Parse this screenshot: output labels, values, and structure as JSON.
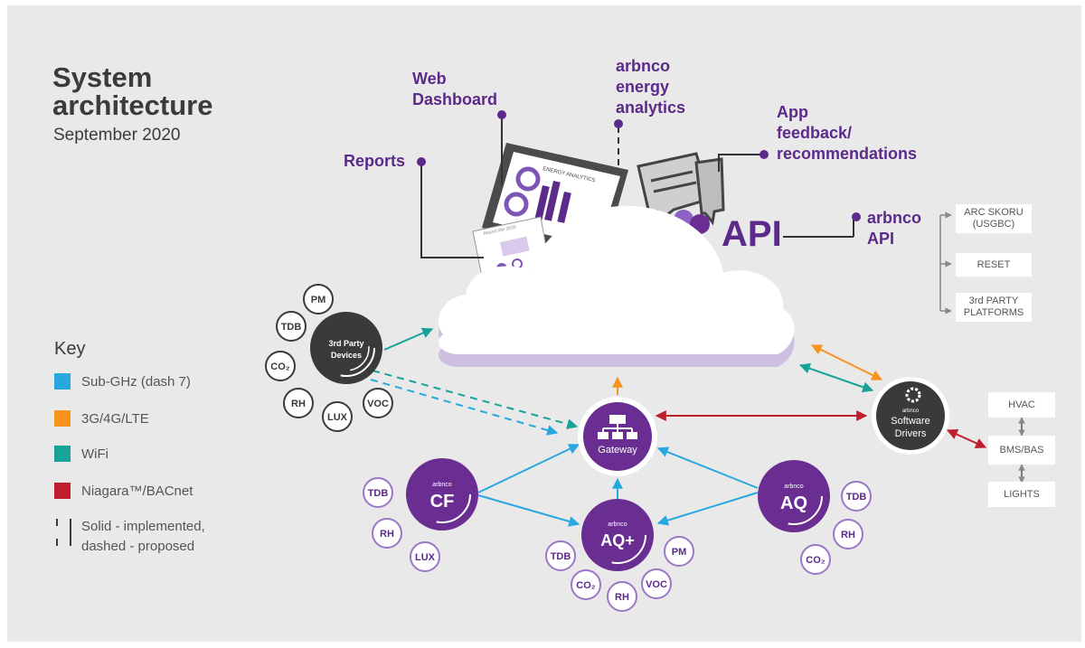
{
  "header": {
    "title_line1": "System",
    "title_line2": "architecture",
    "subtitle": "September 2020"
  },
  "labels": {
    "web_dashboard_1": "Web",
    "web_dashboard_2": "Dashboard",
    "analytics_1": "arbnco",
    "analytics_2": "energy",
    "analytics_3": "analytics",
    "app_1": "App",
    "app_2": "feedback/",
    "app_3": "recommendations",
    "reports": "Reports",
    "api_big": "API",
    "api_1": "arbnco",
    "api_2": "API",
    "energy_analytics_screen": "ENERGY ANALYTICS",
    "report_sheet": "Report title 2020"
  },
  "api_targets": [
    {
      "line1": "ARC SKORU",
      "line2": "(USGBC)"
    },
    {
      "line1": "RESET",
      "line2": ""
    },
    {
      "line1": "3rd PARTY",
      "line2": "PLATFORMS"
    }
  ],
  "bms": {
    "hvac": "HVAC",
    "bms_bas": "BMS/BAS",
    "lights": "LIGHTS"
  },
  "nodes": {
    "third_party_1": "3rd Party",
    "third_party_2": "Devices",
    "gateway": "Gateway",
    "software_brand": "arbnco",
    "software_1": "Software",
    "software_2": "Drivers",
    "cf": "CF",
    "aqplus": "AQ+",
    "aq": "AQ",
    "brand": "arbnco"
  },
  "sensors": {
    "pm": "PM",
    "tdb": "TDB",
    "co2": "CO₂",
    "rh": "RH",
    "lux": "LUX",
    "voc": "VOC"
  },
  "key": {
    "title": "Key",
    "items": [
      {
        "label": "Sub-GHz (dash 7)",
        "color": "#29a8e0"
      },
      {
        "label": "3G/4G/LTE",
        "color": "#f7941d"
      },
      {
        "label": "WiFi",
        "color": "#17a398"
      },
      {
        "label": "Niagara™/BACnet",
        "color": "#be1e2d"
      }
    ],
    "line_note_1": "Solid - implemented,",
    "line_note_2": "dashed - proposed"
  },
  "colors": {
    "purple": "#5b2a8a",
    "node_purple": "#6a2d91",
    "dark_node": "#3a3a3a",
    "wifi": "#17a398",
    "subghz": "#29a8e0",
    "lte": "#f7941d",
    "niagara": "#be1e2d",
    "background": "#e9e9ea"
  }
}
